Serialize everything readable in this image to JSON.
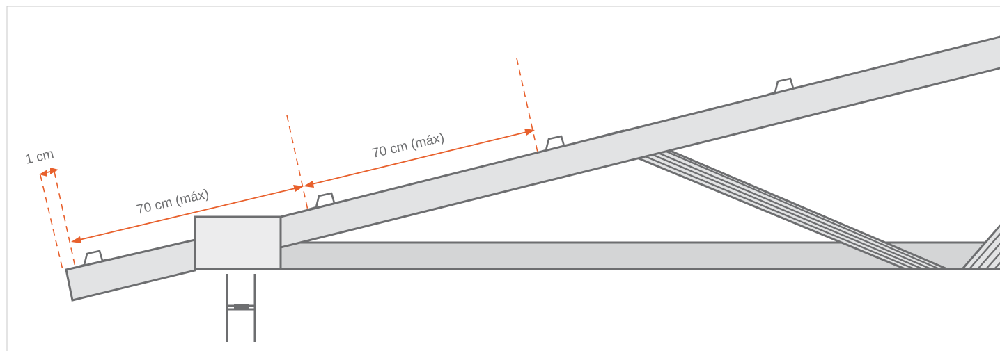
{
  "dimensions": {
    "overhang_label": "1 cm",
    "spacing_1_label": "70 cm (máx)",
    "spacing_2_label": "70 cm (máx)"
  },
  "colors": {
    "accent_orange": "#e8602c",
    "line_gray": "#6d6e70",
    "timber_fill": "#e2e3e4",
    "beam_fill": "#d4d5d6"
  }
}
